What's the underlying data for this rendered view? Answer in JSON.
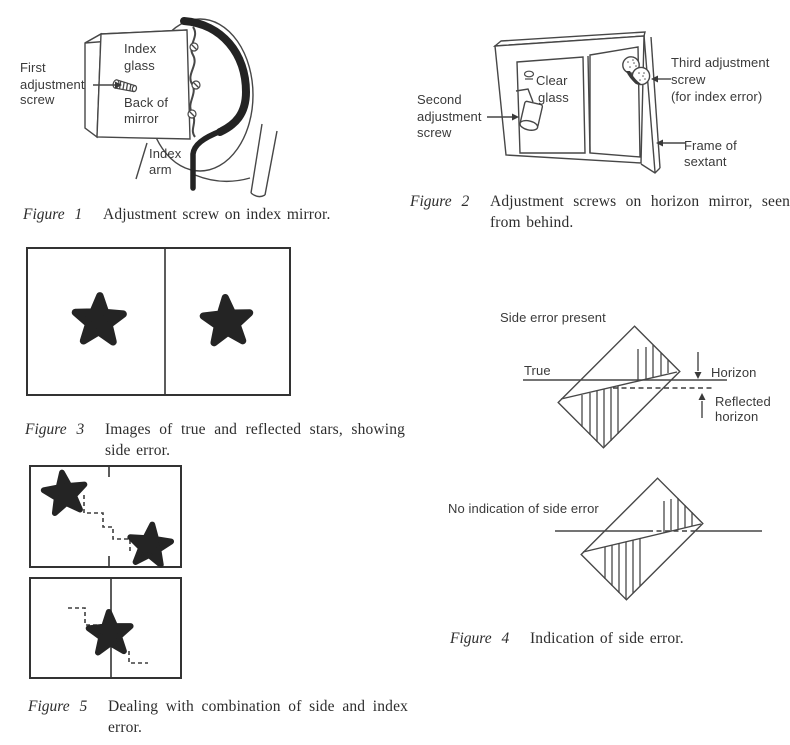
{
  "colors": {
    "ink": "#474747",
    "label": "#3a3a3a",
    "caption": "#2d2d2d",
    "star": "#242424"
  },
  "figures": {
    "fig1": {
      "caption_label": "Figure 1",
      "caption_text": "Adjustment screw on index mirror.",
      "labels": {
        "first_l1": "First",
        "first_l2": "adjustment",
        "first_l3": "screw",
        "glass_l1": "Index",
        "glass_l2": "glass",
        "back_l1": "Back of",
        "back_l2": "mirror",
        "arm_l1": "Index",
        "arm_l2": "arm"
      }
    },
    "fig2": {
      "caption_label": "Figure 2",
      "caption_text": "Adjustment screws on horizon mirror, seen from behind.",
      "labels": {
        "second_l1": "Second",
        "second_l2": "adjustment",
        "second_l3": "screw",
        "clear_l1": "Clear",
        "clear_l2": "glass",
        "third_l1": "Third adjustment",
        "third_l2": "screw",
        "third_l3": "(for index error)",
        "frame_l1": "Frame of",
        "frame_l2": "sextant"
      }
    },
    "fig3": {
      "caption_label": "Figure 3",
      "caption_text": "Images of true and reflected stars, showing side error."
    },
    "fig4": {
      "caption_label": "Figure 4",
      "caption_text": "Indication of side error.",
      "labels": {
        "side_present": "Side error present",
        "true_lbl": "True",
        "horizon": "Horizon",
        "reflected_l1": "Reflected",
        "reflected_l2": "horizon",
        "no_indication": "No indication of side error"
      }
    },
    "fig5": {
      "caption_label": "Figure 5",
      "caption_text": "Dealing with combination of side and index error."
    }
  }
}
